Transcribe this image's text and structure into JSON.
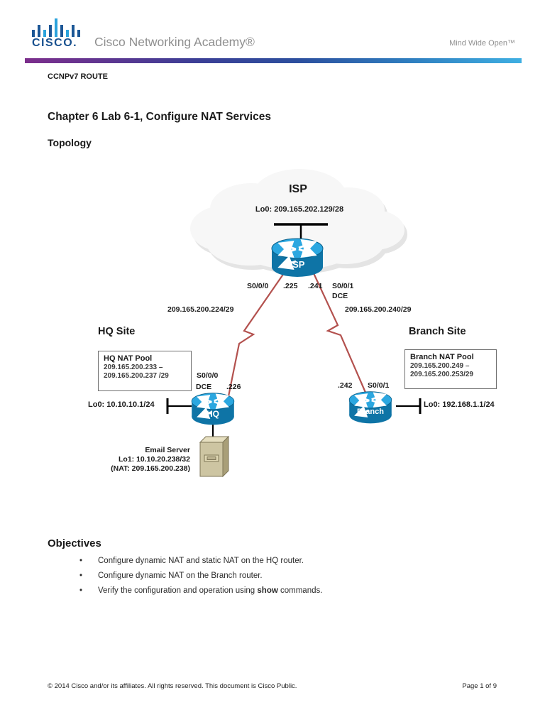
{
  "header": {
    "brand": "CISCO.",
    "academy": "Cisco Networking Academy®",
    "tagline": "Mind Wide Open™"
  },
  "doc": {
    "course": "CCNPv7 ROUTE",
    "title": "Chapter 6 Lab 6-1, Configure NAT Services",
    "section_topology": "Topology",
    "section_objectives": "Objectives"
  },
  "topology": {
    "colors": {
      "hq_box": "#dbe5f1",
      "branch_box": "#f2dcdb",
      "link_line": "#b3514e",
      "router_top": "#2ba7e0",
      "router_body": "#0e74a6"
    },
    "isp": {
      "name": "ISP",
      "router_label": "ISP",
      "loopback": "Lo0: 209.165.202.129/28",
      "if_left": "S0/0/0",
      "ip_left": ".225",
      "ip_right": ".241",
      "if_right": "S0/0/1",
      "dce_right": "DCE"
    },
    "subnet_left": "209.165.200.224/29",
    "subnet_right": "209.165.200.240/29",
    "hq": {
      "site": "HQ Site",
      "pool_title": "HQ NAT Pool",
      "pool_start": "209.165.200.233 –",
      "pool_end": "209.165.200.237 /29",
      "serial_if": "S0/0/0",
      "dce": "DCE",
      "serial_ip": ".226",
      "loopback": "Lo0: 10.10.10.1/24",
      "router_label": "HQ",
      "server_name": "Email Server",
      "server_lo1": "Lo1: 10.10.20.238/32",
      "server_nat": "(NAT: 209.165.200.238)"
    },
    "branch": {
      "site": "Branch Site",
      "pool_title": "Branch NAT Pool",
      "pool_start": "209.165.200.249 –",
      "pool_end": "209.165.200.253/29",
      "serial_ip": ".242",
      "serial_if": "S0/0/1",
      "router_label": "Branch",
      "loopback": "Lo0: 192.168.1.1/24"
    }
  },
  "objectives": [
    {
      "pre": "Configure dynamic NAT and static NAT on the HQ router.",
      "bold": "",
      "post": ""
    },
    {
      "pre": "Configure dynamic NAT on the Branch router.",
      "bold": "",
      "post": ""
    },
    {
      "pre": "Verify the configuration and operation using ",
      "bold": "show",
      "post": " commands."
    }
  ],
  "footer": {
    "copyright": "© 2014 Cisco and/or its affiliates. All rights reserved. This document is Cisco Public.",
    "page": "Page 1 of 9"
  }
}
